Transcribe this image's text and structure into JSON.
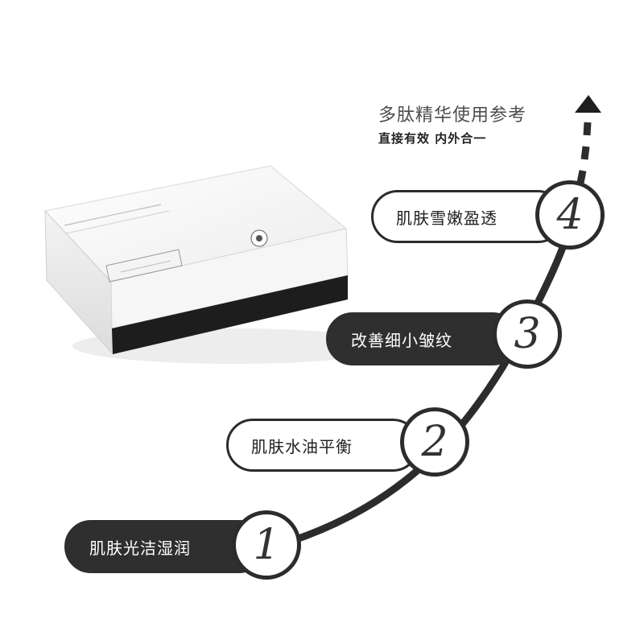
{
  "heading": {
    "title": "多肽精华使用参考",
    "subtitle": "直接有效  内外合一"
  },
  "steps": [
    {
      "number": "1",
      "label": "肌肤光洁湿润",
      "style": "dark"
    },
    {
      "number": "2",
      "label": "肌肤水油平衡",
      "style": "light"
    },
    {
      "number": "3",
      "label": "改善细小皱纹",
      "style": "dark"
    },
    {
      "number": "4",
      "label": "肌肤雪嫩盈透",
      "style": "light"
    }
  ],
  "colors": {
    "curve": "#2c2c2c",
    "dark_pill": "#2f2f2f",
    "light_pill_border": "#2b2b2b"
  }
}
